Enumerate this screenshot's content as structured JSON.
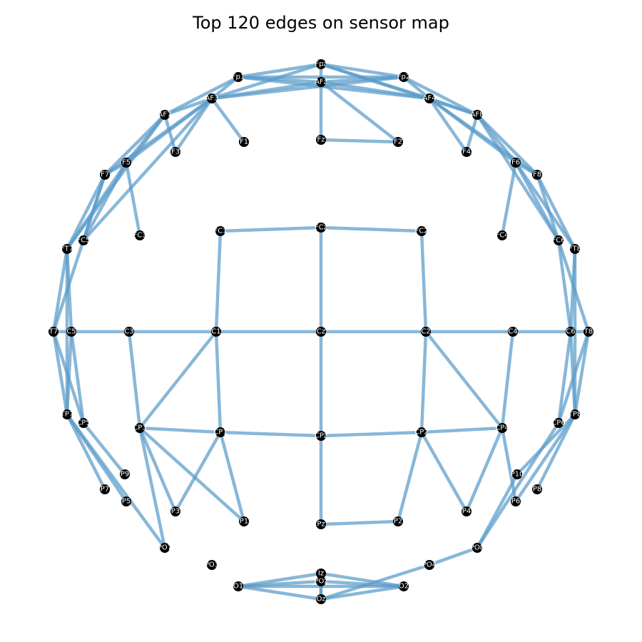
{
  "title": "Top 120 edges on sensor map",
  "colors": {
    "edge": "#5a9bc9",
    "node": "#000000",
    "label": "#ffffff",
    "background": "#ffffff"
  },
  "nodes": [
    {
      "id": "Fpz"
    },
    {
      "id": "Fp1"
    },
    {
      "id": "Fp2"
    },
    {
      "id": "AFz"
    },
    {
      "id": "AF3"
    },
    {
      "id": "AF4"
    },
    {
      "id": "AF7"
    },
    {
      "id": "AF8"
    },
    {
      "id": "Fz"
    },
    {
      "id": "F1"
    },
    {
      "id": "F2"
    },
    {
      "id": "F3"
    },
    {
      "id": "F4"
    },
    {
      "id": "F5"
    },
    {
      "id": "F6"
    },
    {
      "id": "F7"
    },
    {
      "id": "F8"
    },
    {
      "id": "FC5"
    },
    {
      "id": "FC3"
    },
    {
      "id": "FC1"
    },
    {
      "id": "FCz"
    },
    {
      "id": "FC2"
    },
    {
      "id": "FC4"
    },
    {
      "id": "FC6"
    },
    {
      "id": "FT7"
    },
    {
      "id": "FT8"
    },
    {
      "id": "T7"
    },
    {
      "id": "T8"
    },
    {
      "id": "C5"
    },
    {
      "id": "C3"
    },
    {
      "id": "C1"
    },
    {
      "id": "Cz"
    },
    {
      "id": "C2"
    },
    {
      "id": "C4"
    },
    {
      "id": "C6"
    },
    {
      "id": "TP7"
    },
    {
      "id": "CP5"
    },
    {
      "id": "CP3"
    },
    {
      "id": "CP1"
    },
    {
      "id": "CPz"
    },
    {
      "id": "CP2"
    },
    {
      "id": "CP4"
    },
    {
      "id": "CP6"
    },
    {
      "id": "TP8"
    },
    {
      "id": "P9"
    },
    {
      "id": "P7"
    },
    {
      "id": "P5"
    },
    {
      "id": "P3"
    },
    {
      "id": "P1"
    },
    {
      "id": "Pz"
    },
    {
      "id": "P2"
    },
    {
      "id": "P4"
    },
    {
      "id": "P6"
    },
    {
      "id": "P8"
    },
    {
      "id": "P10"
    },
    {
      "id": "PO7"
    },
    {
      "id": "PO3"
    },
    {
      "id": "PO4"
    },
    {
      "id": "PO8"
    },
    {
      "id": "O1"
    },
    {
      "id": "Oz"
    },
    {
      "id": "O2"
    },
    {
      "id": "POz"
    },
    {
      "id": "Iz"
    }
  ],
  "edges": [
    [
      "Fpz",
      "Fp1"
    ],
    [
      "Fpz",
      "Fp2"
    ],
    [
      "Fpz",
      "AFz"
    ],
    [
      "Fpz",
      "AF3"
    ],
    [
      "Fpz",
      "AF4"
    ],
    [
      "Fpz",
      "AF8"
    ],
    [
      "Fp1",
      "AFz"
    ],
    [
      "Fp1",
      "AF3"
    ],
    [
      "Fp1",
      "AF7"
    ],
    [
      "Fp1",
      "Fp2"
    ],
    [
      "Fp1",
      "AF4"
    ],
    [
      "Fp2",
      "AFz"
    ],
    [
      "Fp2",
      "AF4"
    ],
    [
      "Fp2",
      "AF8"
    ],
    [
      "Fp2",
      "AF3"
    ],
    [
      "AFz",
      "AF3"
    ],
    [
      "AFz",
      "AF4"
    ],
    [
      "AFz",
      "Fz"
    ],
    [
      "AFz",
      "F2"
    ],
    [
      "AF3",
      "AF7"
    ],
    [
      "AF3",
      "F1"
    ],
    [
      "AF3",
      "F3"
    ],
    [
      "AF3",
      "F5"
    ],
    [
      "AF3",
      "FC5"
    ],
    [
      "AF3",
      "F7"
    ],
    [
      "AF4",
      "AF8"
    ],
    [
      "AF4",
      "F4"
    ],
    [
      "AF4",
      "F6"
    ],
    [
      "AF4",
      "F8"
    ],
    [
      "AF7",
      "F3"
    ],
    [
      "AF7",
      "F5"
    ],
    [
      "AF7",
      "F7"
    ],
    [
      "AF7",
      "FT7"
    ],
    [
      "AF8",
      "F4"
    ],
    [
      "AF8",
      "F6"
    ],
    [
      "AF8",
      "F8"
    ],
    [
      "AF8",
      "FC6"
    ],
    [
      "Fz",
      "F2"
    ],
    [
      "F5",
      "F7"
    ],
    [
      "F5",
      "FC3"
    ],
    [
      "F5",
      "FC5"
    ],
    [
      "F5",
      "FT7"
    ],
    [
      "F7",
      "FT7"
    ],
    [
      "F7",
      "FC5"
    ],
    [
      "F7",
      "T7"
    ],
    [
      "F6",
      "F8"
    ],
    [
      "F6",
      "FC6"
    ],
    [
      "F6",
      "FT8"
    ],
    [
      "F6",
      "FC4"
    ],
    [
      "F8",
      "FC6"
    ],
    [
      "F8",
      "FT8"
    ],
    [
      "FT7",
      "T7"
    ],
    [
      "FT7",
      "C5"
    ],
    [
      "FT7",
      "TP7"
    ],
    [
      "FC6",
      "T8"
    ],
    [
      "FC6",
      "C6"
    ],
    [
      "FT8",
      "C6"
    ],
    [
      "FT8",
      "TP8"
    ],
    [
      "FC1",
      "FCz"
    ],
    [
      "FCz",
      "FC2"
    ],
    [
      "FC1",
      "C1"
    ],
    [
      "FCz",
      "Cz"
    ],
    [
      "FC2",
      "C2"
    ],
    [
      "T7",
      "C5"
    ],
    [
      "C5",
      "C3"
    ],
    [
      "C3",
      "C1"
    ],
    [
      "C1",
      "Cz"
    ],
    [
      "Cz",
      "C2"
    ],
    [
      "C2",
      "C4"
    ],
    [
      "C4",
      "C6"
    ],
    [
      "C6",
      "T8"
    ],
    [
      "T7",
      "TP7"
    ],
    [
      "T7",
      "CP5"
    ],
    [
      "C5",
      "TP7"
    ],
    [
      "C5",
      "CP5"
    ],
    [
      "T8",
      "TP8"
    ],
    [
      "T8",
      "CP6"
    ],
    [
      "C6",
      "TP8"
    ],
    [
      "C6",
      "CP6"
    ],
    [
      "C3",
      "CP3"
    ],
    [
      "C1",
      "CP3"
    ],
    [
      "C1",
      "CP1"
    ],
    [
      "Cz",
      "CPz"
    ],
    [
      "C2",
      "CP2"
    ],
    [
      "C2",
      "CP4"
    ],
    [
      "C4",
      "CP4"
    ],
    [
      "TP7",
      "P7"
    ],
    [
      "TP7",
      "P5"
    ],
    [
      "TP7",
      "PO7"
    ],
    [
      "CP5",
      "P9"
    ],
    [
      "TP8",
      "P6"
    ],
    [
      "TP8",
      "P8"
    ],
    [
      "TP8",
      "P10"
    ],
    [
      "CP6",
      "PO8"
    ],
    [
      "CP3",
      "CP1"
    ],
    [
      "CP1",
      "CPz"
    ],
    [
      "CPz",
      "CP2"
    ],
    [
      "CP2",
      "CP4"
    ],
    [
      "CP3",
      "P3"
    ],
    [
      "CP3",
      "P1"
    ],
    [
      "CP3",
      "PO7"
    ],
    [
      "CP1",
      "P3"
    ],
    [
      "CP1",
      "P1"
    ],
    [
      "CPz",
      "Pz"
    ],
    [
      "CP2",
      "P2"
    ],
    [
      "CP2",
      "P4"
    ],
    [
      "CP4",
      "P4"
    ],
    [
      "CP4",
      "P6"
    ],
    [
      "Pz",
      "P2"
    ],
    [
      "P10",
      "PO8"
    ],
    [
      "PO8",
      "PO4"
    ],
    [
      "PO4",
      "Oz"
    ],
    [
      "O1",
      "POz"
    ],
    [
      "O1",
      "Iz"
    ],
    [
      "O1",
      "O2"
    ],
    [
      "Oz",
      "POz"
    ],
    [
      "Oz",
      "Iz"
    ],
    [
      "Oz",
      "O1"
    ],
    [
      "Oz",
      "O2"
    ],
    [
      "POz",
      "Iz"
    ],
    [
      "POz",
      "O2"
    ],
    [
      "Iz",
      "O2"
    ]
  ]
}
